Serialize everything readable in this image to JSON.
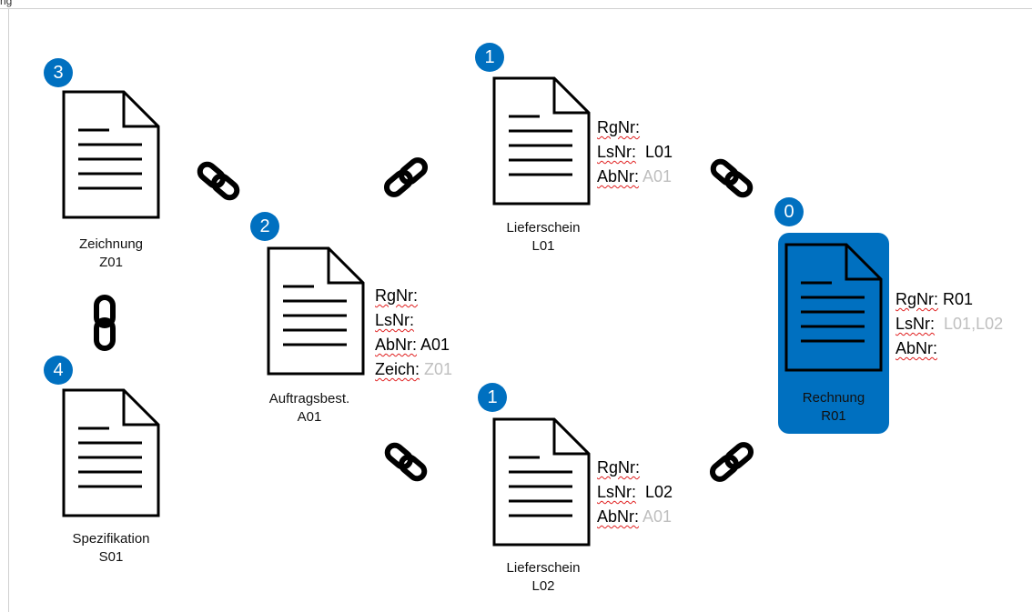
{
  "header": {
    "text": "ng"
  },
  "documents": {
    "zeichnung": {
      "badge": "3",
      "title": "Zeichnung",
      "id": "Z01"
    },
    "spezifikation": {
      "badge": "4",
      "title": "Spezifikation",
      "id": "S01"
    },
    "auftrag": {
      "badge": "2",
      "title": "Auftragsbest.",
      "id": "A01",
      "fields": [
        {
          "label": "RgNr:",
          "value": "",
          "tone": "dark"
        },
        {
          "label": "LsNr:",
          "value": "",
          "tone": "dark"
        },
        {
          "label": "AbNr:",
          "value": "A01",
          "tone": "dark"
        },
        {
          "label": "Zeich:",
          "value": "Z01",
          "tone": "gray"
        }
      ]
    },
    "lieferschein1": {
      "badge": "1",
      "title": "Lieferschein",
      "id": "L01",
      "fields": [
        {
          "label": "RgNr:",
          "value": "",
          "tone": "dark"
        },
        {
          "label": "LsNr:",
          "value": "L01",
          "tone": "dark"
        },
        {
          "label": "AbNr:",
          "value": "A01",
          "tone": "gray"
        }
      ]
    },
    "lieferschein2": {
      "badge": "1",
      "title": "Lieferschein",
      "id": "L02",
      "fields": [
        {
          "label": "RgNr:",
          "value": "",
          "tone": "dark"
        },
        {
          "label": "LsNr:",
          "value": "L02",
          "tone": "dark"
        },
        {
          "label": "AbNr:",
          "value": "A01",
          "tone": "gray"
        }
      ]
    },
    "rechnung": {
      "badge": "0",
      "title": "Rechnung",
      "id": "R01",
      "fields": [
        {
          "label": "RgNr:",
          "value": "R01",
          "tone": "dark"
        },
        {
          "label": "LsNr:",
          "value": "L01,L02",
          "tone": "gray"
        },
        {
          "label": "AbNr:",
          "value": "",
          "tone": "dark"
        }
      ]
    }
  },
  "links": [
    {
      "name": "link-zeichnung-auftrag",
      "orientation": "down"
    },
    {
      "name": "link-zeichnung-spezifikation",
      "orientation": "vertical"
    },
    {
      "name": "link-auftrag-lieferschein1",
      "orientation": "up"
    },
    {
      "name": "link-auftrag-lieferschein2",
      "orientation": "down"
    },
    {
      "name": "link-lieferschein1-rechnung",
      "orientation": "down"
    },
    {
      "name": "link-lieferschein2-rechnung",
      "orientation": "up"
    }
  ],
  "colors": {
    "badge": "#0070c0",
    "highlight_box": "#0070c0",
    "gray_value": "#bfbfbf",
    "spell_underline": "#e02020"
  }
}
